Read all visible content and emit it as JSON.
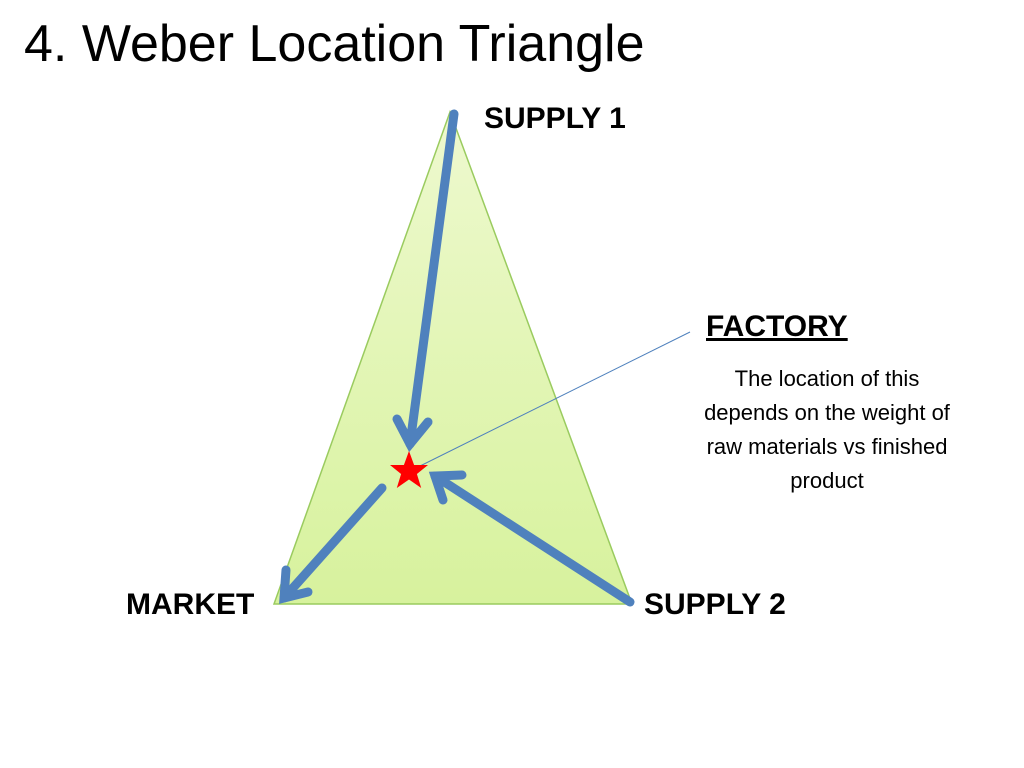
{
  "slide": {
    "title": "4. Weber Location Triangle"
  },
  "diagram": {
    "nodes": {
      "supply1": "SUPPLY 1",
      "supply2": "SUPPLY 2",
      "market": "MARKET"
    },
    "factory": {
      "heading": "FACTORY",
      "description": "The location of this depends on the weight of raw materials vs finished product",
      "marker_icon": "star-icon"
    },
    "colors": {
      "triangle_fill": "#ddf3a9",
      "triangle_stroke": "#9acb5f",
      "arrow": "#4f81bd",
      "star": "#ff0000",
      "leader_line": "#4f81bd"
    }
  }
}
